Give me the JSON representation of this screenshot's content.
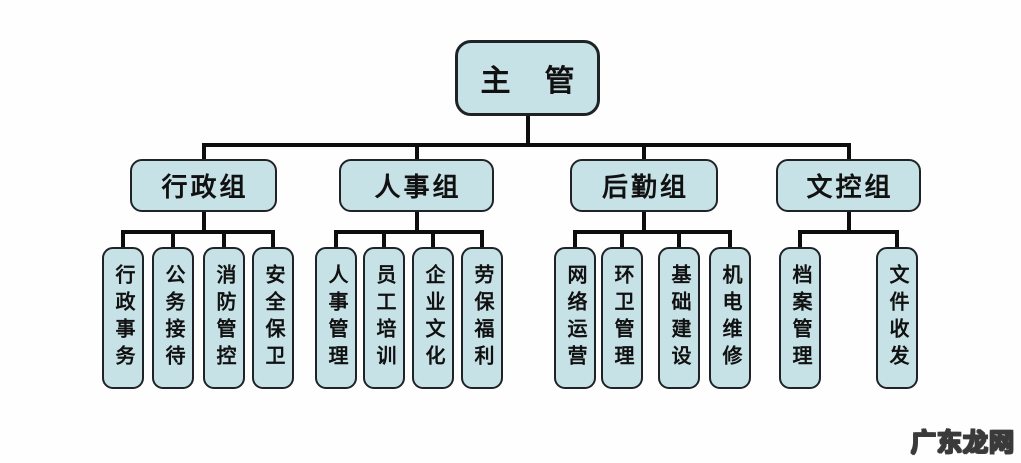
{
  "root": {
    "label": "主管"
  },
  "groups": [
    {
      "label": "行政组",
      "children": [
        "行政事务",
        "公务接待",
        "消防管控",
        "安全保卫"
      ]
    },
    {
      "label": "人事组",
      "children": [
        "人事管理",
        "员工培训",
        "企业文化",
        "劳保福利"
      ]
    },
    {
      "label": "后勤组",
      "children": [
        "网络运营",
        "环卫管理",
        "基础建设",
        "机电维修"
      ]
    },
    {
      "label": "文控组",
      "children": [
        "档案管理",
        "文件收发"
      ]
    }
  ],
  "watermark": {
    "text": "广东龙网"
  },
  "colors": {
    "node_fill": "#c7e2e6",
    "node_border": "#1f2326",
    "connector": "#0d0d0d",
    "background": "#fefefe",
    "watermark_fill": "#f8f8f8",
    "watermark_outline": "#3a3a3a"
  }
}
